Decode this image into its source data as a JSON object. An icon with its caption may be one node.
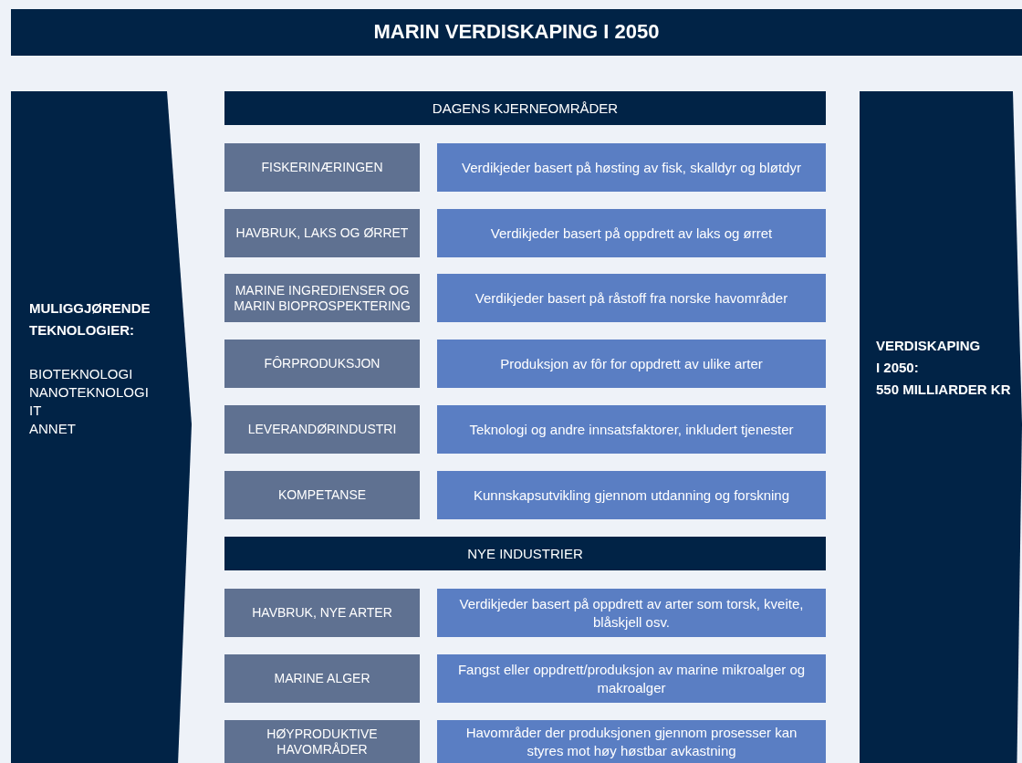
{
  "diagram": {
    "title": "MARIN VERDISKAPING I 2050",
    "nodes": [
      {
        "text": [
          "MULIGGJØRENDE TEKNOLOGIER:",
          "BIOTEKNOLOGI",
          "NANOTEKNOLOGI",
          "IT",
          "ANNET"
        ]
      },
      {
        "text": [
          "DAGENS KJERNEOMRÅDER"
        ]
      },
      {
        "text": [
          "FISKERINÆRINGEN"
        ]
      },
      {
        "text": [
          "Verdikjeder basert på høsting av fisk, skalldyr og bløtdyr"
        ]
      },
      {
        "text": [
          "HAVBRUK, LAKS OG ØRRET"
        ]
      },
      {
        "text": [
          "Verdikjeder basert på oppdrett av laks og ørret"
        ]
      },
      {
        "text": [
          "MARINE INGREDIENSER OG MARIN BIOPROSPEKTERING"
        ]
      },
      {
        "text": [
          "Verdikjeder basert på råstoff fra norske havområder"
        ]
      },
      {
        "text": [
          "FÔRPRODUKSJON"
        ]
      },
      {
        "text": [
          "Produksjon av fôr for oppdrett av ulike arter"
        ]
      },
      {
        "text": [
          "LEVERANDØRINDUSTRI"
        ]
      },
      {
        "text": [
          "Teknologi og andre innsatsfaktorer, inkludert tjenester"
        ]
      },
      {
        "text": [
          "KOMPETANSE"
        ]
      },
      {
        "text": [
          "Kunnskapsutvikling gjennom utdanning og forskning"
        ]
      },
      {
        "text": [
          "NYE INDUSTRIER"
        ]
      },
      {
        "text": [
          "HAVBRUK, NYE ARTER"
        ]
      },
      {
        "text": [
          "Verdikjeder basert på oppdrett av arter som torsk, kveite, blåskjell osv."
        ]
      },
      {
        "text": [
          "MARINE ALGER"
        ]
      },
      {
        "text": [
          "Fangst eller oppdrett/produksjon av marine mikroalger og makroalger"
        ]
      },
      {
        "text": [
          "HØYPRODUKTIVE HAVOMRÅDER"
        ]
      },
      {
        "text": [
          "Havområder der produksjonen gjennom prosesser kan styres mot høy høstbar avkastning"
        ]
      },
      {
        "text": [
          "VERDISKAPING I 2050:",
          "550 MILLIARDER KR"
        ]
      }
    ]
  }
}
